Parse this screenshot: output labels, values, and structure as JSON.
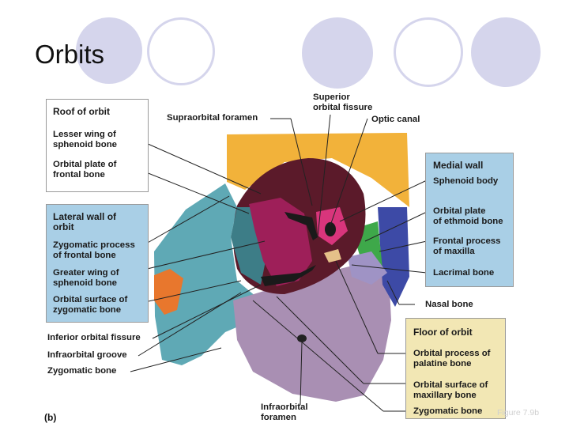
{
  "slide": {
    "title": "Orbits",
    "figure_caption": "Figure 7.9b",
    "part_label": "(b)"
  },
  "colors": {
    "circle_fill": "#d5d5ec",
    "roof_orange": "#f2b23a",
    "zygomatic_teal": "#5fa9b5",
    "maxilla_purple": "#a98fb3",
    "greater_wing_teal": "#3d7d87",
    "lesser_wing_magenta": "#9e1f59",
    "ethmoid_green": "#3ea84a",
    "nasal_blue": "#3d4aa6",
    "lacrimal_purple": "#9f93c5",
    "orange_process": "#e8772d",
    "box_blue": "#a9cfe6",
    "box_tan": "#f2e7b4"
  },
  "labels": {
    "roof_box": {
      "header": "Roof of orbit",
      "lesser_wing": "Lesser wing of\nsphenoid bone",
      "orbital_plate": "Orbital plate of\nfrontal bone"
    },
    "lateral_box": {
      "header": "Lateral wall of\norbit",
      "zygomatic_process": "Zygomatic process\nof frontal bone",
      "greater_wing": "Greater wing of\nsphenoid bone",
      "orbital_surface": "Orbital surface of\nzygomatic bone"
    },
    "medial_box": {
      "header": "Medial wall",
      "sphenoid_body": "Sphenoid body",
      "ethmoid_plate": "Orbital plate\nof ethmoid bone",
      "frontal_process": "Frontal process\nof maxilla",
      "lacrimal": "Lacrimal bone"
    },
    "floor_box": {
      "header": "Floor of orbit",
      "palatine": "Orbital process of\npalatine bone",
      "maxillary": "Orbital surface of\nmaxillary bone",
      "zygomatic": "Zygomatic bone"
    },
    "free": {
      "supraorbital_foramen": "Supraorbital foramen",
      "superior_fissure": "Superior\norbital fissure",
      "optic_canal": "Optic canal",
      "nasal_bone": "Nasal bone",
      "inferior_fissure": "Inferior orbital fissure",
      "infraorbital_groove": "Infraorbital groove",
      "zygomatic_bone": "Zygomatic bone",
      "infraorbital_foramen": "Infraorbital\nforamen"
    }
  }
}
